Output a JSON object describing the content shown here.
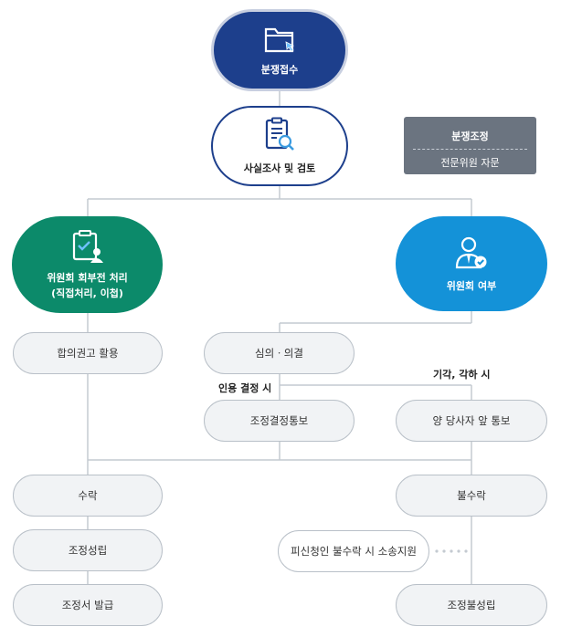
{
  "nodes": {
    "dispute_receipt": "분쟁접수",
    "fact_review": "사실조사 및 검토",
    "committee_pre_line1": "위원회 회부전 처리",
    "committee_pre_line2": "(직접처리, 이첩)",
    "committee_referral": "위원회 여부",
    "recommend": "합의권고 활용",
    "deliberation": "심의ㆍ의결",
    "decision_notice": "조정결정통보",
    "both_notice": "양 당사자 앞 통보",
    "accept": "수락",
    "established": "조정성립",
    "issuance": "조정서 발급",
    "refuse": "불수락",
    "lawsuit_support": "피신청인 불수락 시 소송지원",
    "failed": "조정불성립"
  },
  "side_box": {
    "title": "분쟁조정",
    "subtitle": "전문위원 자문"
  },
  "annotations": {
    "accept_decision": "인용 결정 시",
    "reject": "기각, 각하 시"
  },
  "colors": {
    "dark_blue": "#1d3f8c",
    "green": "#0c8a6a",
    "light_blue": "#1492d8",
    "grey_box": "#6b7480",
    "line": "#c4cad1"
  }
}
